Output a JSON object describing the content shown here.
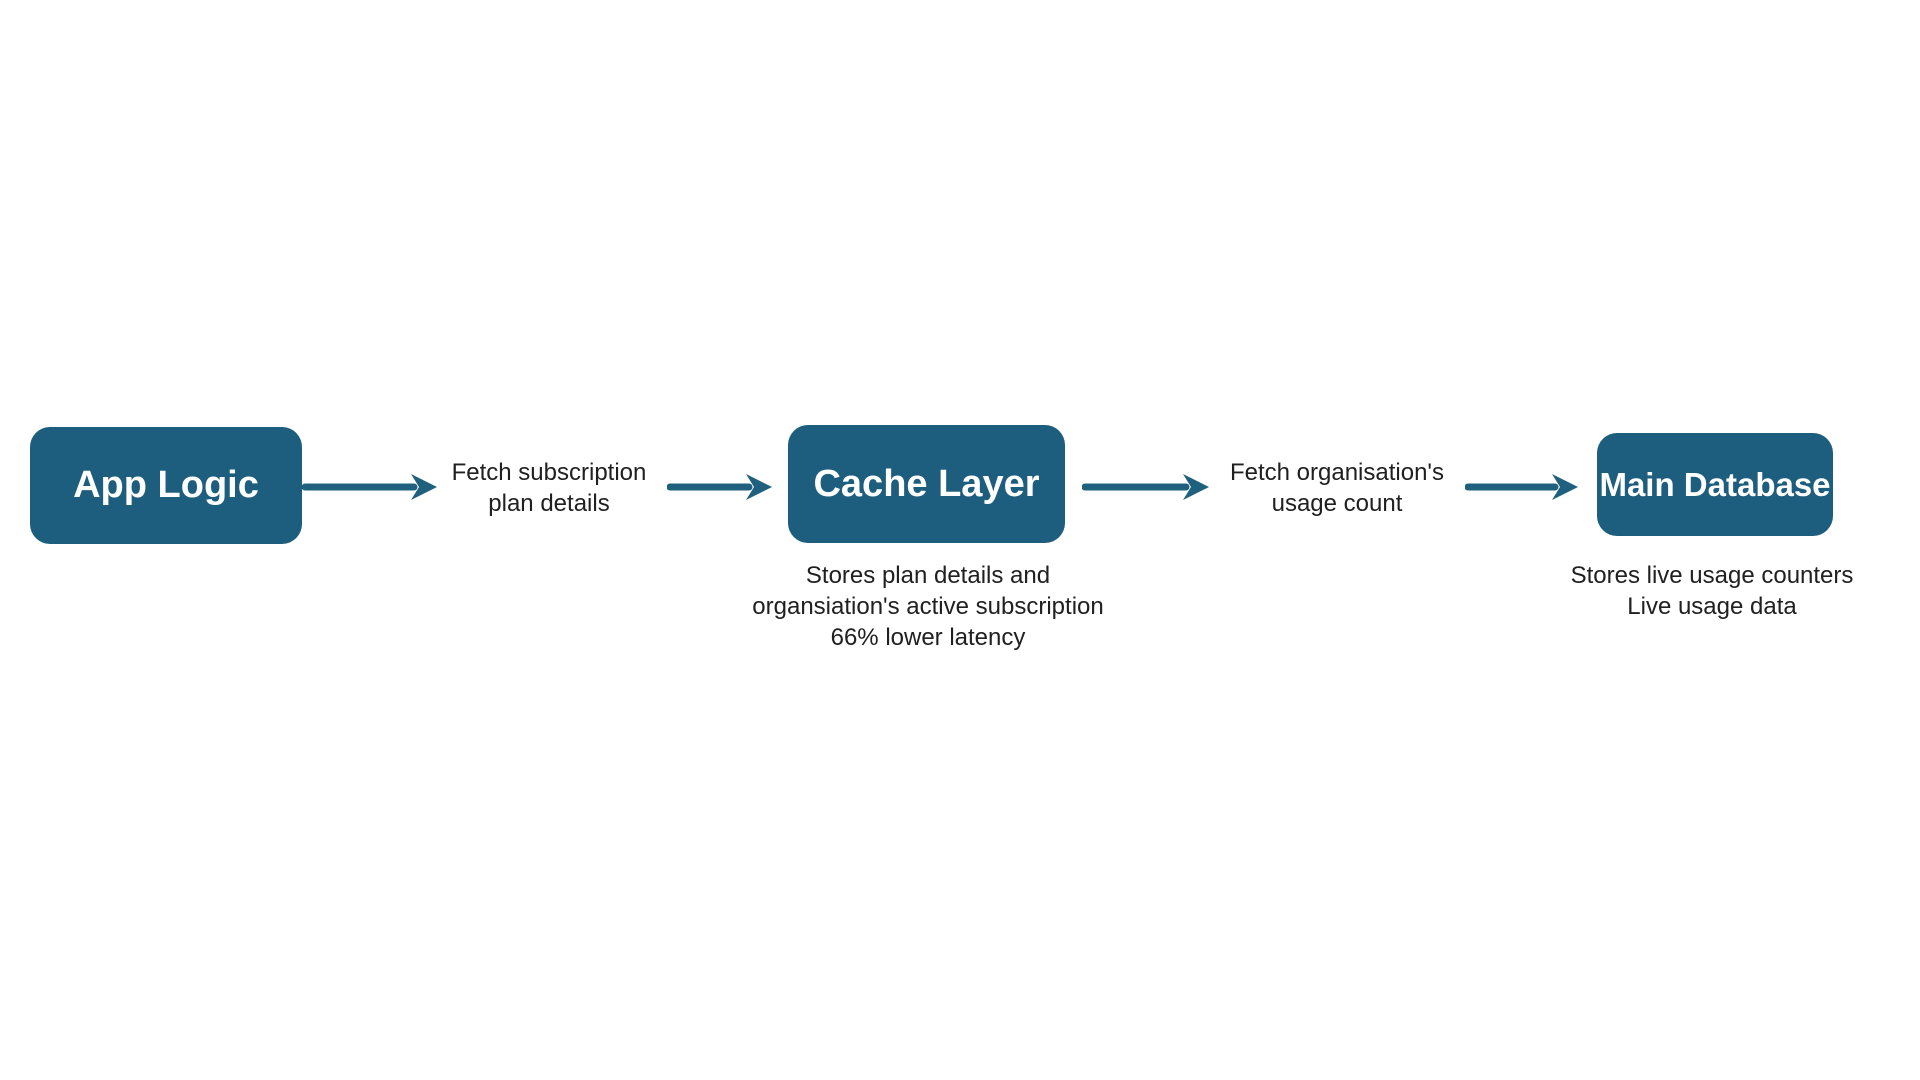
{
  "palette": {
    "node_fill": "#1d5d7d",
    "node_text": "#ffffff",
    "arrow": "#20607f",
    "label_text": "#202020",
    "page_bg": "#ffffff"
  },
  "diagram": {
    "nodes": [
      {
        "id": "app-logic",
        "label": "App Logic"
      },
      {
        "id": "cache-layer",
        "label": "Cache Layer",
        "caption_lines": [
          "Stores plan details and",
          "organsiation's active subscription",
          "66% lower latency"
        ]
      },
      {
        "id": "main-database",
        "label": "Main Database",
        "caption_lines": [
          "Stores live usage counters",
          "Live usage data"
        ]
      }
    ],
    "edges": [
      {
        "from": "app-logic",
        "to": "cache-layer",
        "label_lines": [
          "Fetch subscription",
          "plan details"
        ]
      },
      {
        "from": "cache-layer",
        "to": "main-database",
        "label_lines": [
          "Fetch organisation's",
          "usage count"
        ]
      }
    ]
  }
}
